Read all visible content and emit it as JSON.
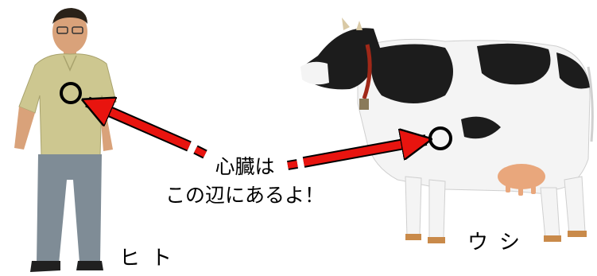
{
  "caption": {
    "line1": "心臓は",
    "line2": "この辺にあるよ！"
  },
  "labels": {
    "human": "ヒト",
    "cow": "ウシ"
  },
  "colors": {
    "arrow": "#e8140f",
    "marker": "#000000",
    "shirt": "#cdc790",
    "pants": "#7f8c96",
    "skin": "#e2a97e",
    "cow_black": "#1c1c1c",
    "cow_white": "#f4f4f4",
    "udder": "#e9a77c",
    "collar": "#a02818"
  },
  "icons": [
    "human-figure",
    "cow-figure",
    "heart-marker",
    "arrow"
  ]
}
